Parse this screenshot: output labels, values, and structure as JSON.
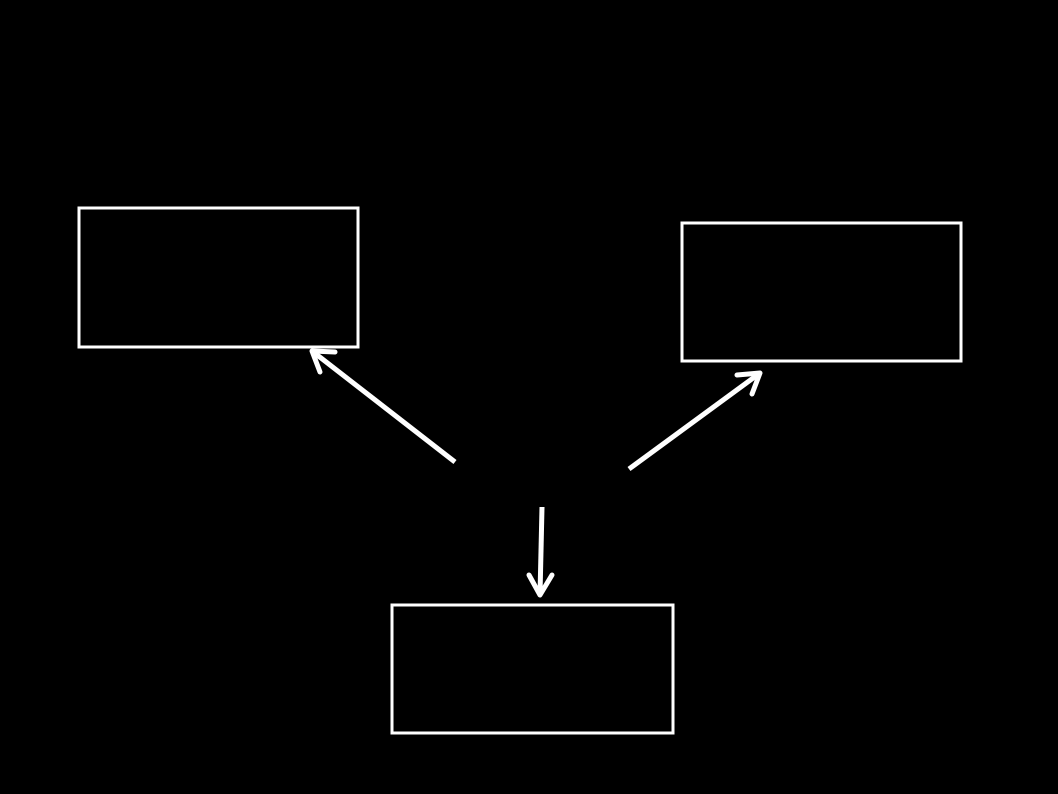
{
  "diagram": {
    "nodes": [
      {
        "id": "left-box",
        "label": ""
      },
      {
        "id": "right-box",
        "label": ""
      },
      {
        "id": "bottom-box",
        "label": ""
      }
    ],
    "edges": [
      {
        "from": "center",
        "to": "left-box"
      },
      {
        "from": "center",
        "to": "right-box"
      },
      {
        "from": "center",
        "to": "bottom-box"
      }
    ]
  },
  "colors": {
    "background": "#000000",
    "stroke": "#ffffff"
  }
}
